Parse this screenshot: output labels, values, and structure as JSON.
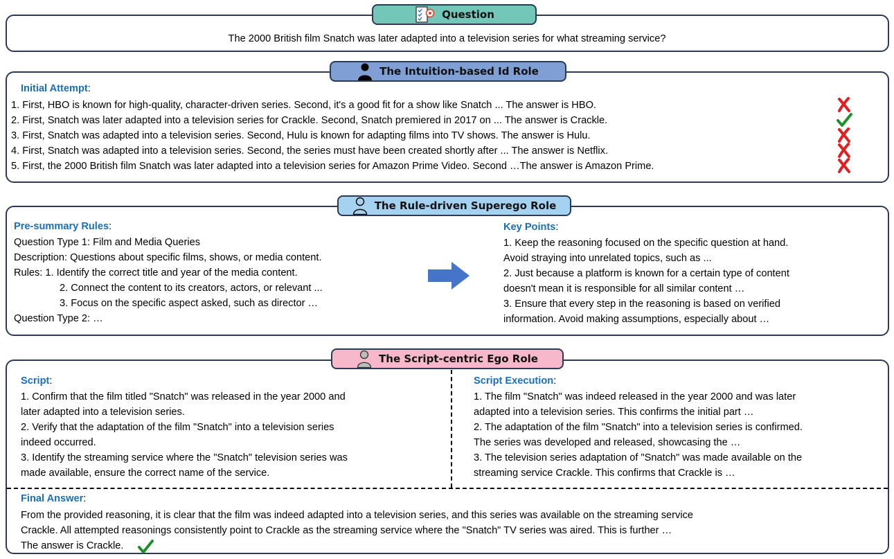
{
  "question": {
    "label": "Question",
    "text": "The 2000 British film Snatch was later adapted into a television series for what streaming service?"
  },
  "id_role": {
    "label": "The Intuition-based Id Role",
    "header": "Initial Attempt",
    "attempts": [
      {
        "text": "1. First, HBO is known for high-quality, character-driven series. Second, it's a good fit for a show like Snatch ... The answer is HBO.",
        "mark": "cross-icon"
      },
      {
        "text": "2. First, Snatch was later adapted into a television series for Crackle. Second, Snatch premiered in 2017 on ... The answer is Crackle.",
        "mark": "check-icon"
      },
      {
        "text": "3. First, Snatch was adapted into a television series. Second, Hulu is known for adapting films into TV shows. The answer is Hulu.",
        "mark": "cross-icon"
      },
      {
        "text": "4. First, Snatch was adapted into a television series. Second, the series must have been created shortly after ... The answer is Netflix.",
        "mark": "cross-icon"
      },
      {
        "text": "5. First, the 2000 British film Snatch was later adapted into a television series for Amazon Prime Video. Second …The answer is Amazon Prime.",
        "mark": "cross-icon"
      }
    ]
  },
  "superego_role": {
    "label": "The Rule-driven Superego Role",
    "rules_header": "Pre-summary Rules",
    "rules_lines": [
      "Question Type 1: Film and Media Queries",
      "Description: Questions about specific films, shows, or media content.",
      "Rules:  1. Identify the correct title and year of the media content.",
      "2. Connect the content to its creators, actors, or relevant ...",
      "3. Focus on the specific aspect asked, such as director …",
      "Question Type 2: …"
    ],
    "points_header": "Key Points",
    "points_lines": [
      "1. Keep the reasoning focused on the specific question at hand.",
      "Avoid straying into unrelated topics, such as ...",
      "2. Just because a platform is known for a certain type of content",
      "doesn't mean it is responsible for all similar content …",
      "3. Ensure that every step in the reasoning is based on verified",
      "information. Avoid making assumptions, especially about …"
    ]
  },
  "ego_role": {
    "label": "The Script-centric Ego Role",
    "script_header": "Script",
    "script_lines": [
      "1. Confirm that the film titled \"Snatch\" was released in the year 2000 and",
      "later adapted into a television series.",
      "2. Verify that the adaptation of the film \"Snatch\" into a television series",
      "indeed occurred.",
      "3. Identify the streaming service where the \"Snatch\" television series was",
      "made available, ensure the correct name of the service."
    ],
    "exec_header": "Script Execution",
    "exec_lines": [
      "1. The film \"Snatch\" was indeed released in the year 2000 and was later",
      "adapted into a television series. This confirms the initial part …",
      "2. The adaptation of the film \"Snatch\" into a television series is confirmed.",
      "The series was developed and released, showcasing the …",
      "3. The television series adaptation of \"Snatch\" was made available on the",
      "streaming service Crackle. This confirms that Crackle is …"
    ],
    "final_header": "Final Answer",
    "final_lines": [
      "From the provided reasoning, it is clear that the film was indeed adapted into a television series, and this series was available on the streaming service",
      "Crackle. All attempted reasonings consistently point to Crackle as the streaming service where the \"Snatch\" TV series was aired. This is further …",
      "The answer is Crackle."
    ]
  },
  "colors": {
    "border": "#2b3a55",
    "header_blue": "#1b6fb5",
    "question_badge": "#72c7b8",
    "id_badge": "#7f9fd5",
    "superego_badge": "#a6d2f2",
    "ego_badge": "#f6b8ca",
    "arrow": "#4674c8",
    "check": "#1e8f2a",
    "cross": "#e02020"
  }
}
